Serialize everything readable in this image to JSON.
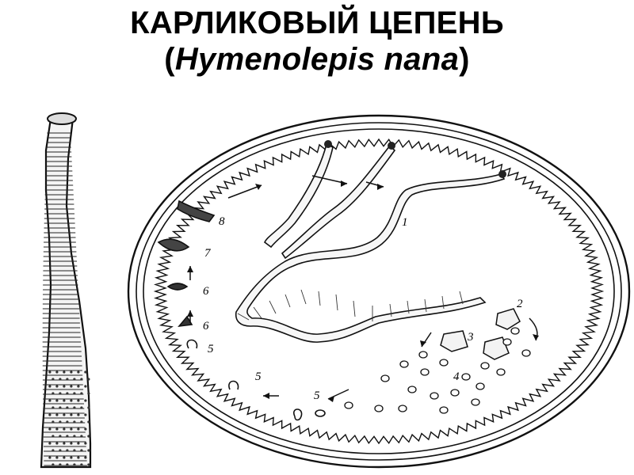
{
  "title": {
    "line1": "КАРЛИКОВЫЙ ЦЕПЕНЬ",
    "open_paren": "(",
    "latin_name": "Hymenolepis nana",
    "close_paren": ")"
  },
  "figure": {
    "stage_labels": {
      "s1": "1",
      "s2": "2",
      "s3": "3",
      "s4": "4",
      "s5a": "5",
      "s5b": "5",
      "s5c": "5",
      "s6a": "6",
      "s6b": "6",
      "s7": "7",
      "s8": "8"
    }
  }
}
